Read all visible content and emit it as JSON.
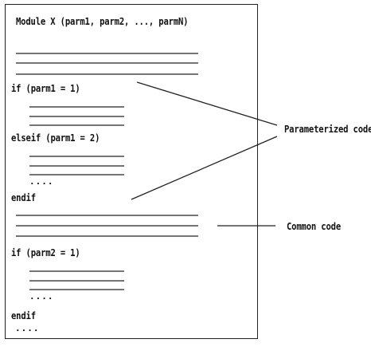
{
  "module": {
    "header": "Module X (parm1, parm2, ..., parmN)",
    "if_parm1": "if (parm1 = 1)",
    "elseif_parm1": "elseif (parm1 = 2)",
    "endif_1": "endif",
    "if_parm2": "if (parm2 = 1)",
    "endif_2": "endif",
    "ellipsis": "...."
  },
  "callouts": {
    "parameterized": "Parameterized code",
    "common": "Common code"
  }
}
